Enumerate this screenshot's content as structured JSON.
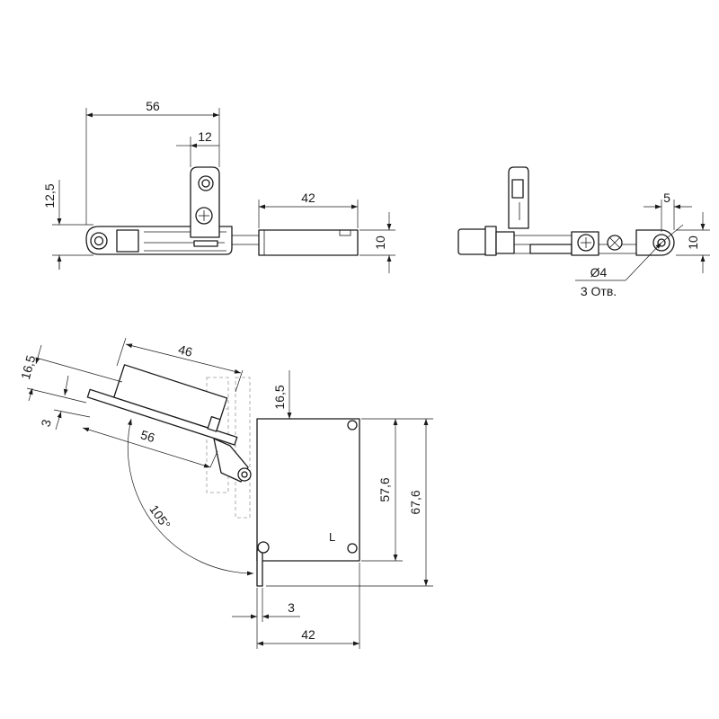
{
  "top_left_view": {
    "dim_overall_width": "56",
    "dim_plate_offset": "12",
    "dim_plate_height": "12,5",
    "dim_arm_length": "42",
    "dim_arm_height": "10"
  },
  "top_right_view": {
    "dim_hole_offset": "5",
    "dim_height": "10",
    "hole_diameter": "Ø4",
    "hole_count": "3 Отв."
  },
  "bottom_view": {
    "dim_lid_length": "46",
    "dim_lid_offset": "16,5",
    "dim_lid_thickness": "3",
    "dim_swing_length": "56",
    "dim_angle": "105°",
    "dim_top_offset": "16,5",
    "dim_inner_height": "57,6",
    "dim_outer_height": "67,6",
    "dim_side_thickness": "3",
    "dim_box_depth": "42",
    "body_mark": "L"
  }
}
